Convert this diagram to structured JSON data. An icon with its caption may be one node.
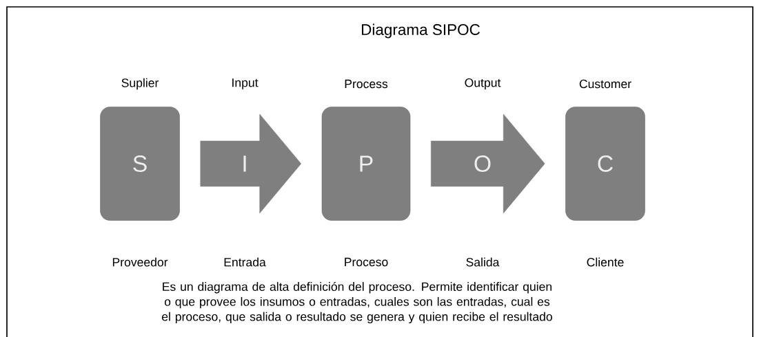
{
  "diagram": {
    "title": "Diagrama SIPOC",
    "nodes": [
      {
        "text": [
          "Suplier",
          "S",
          "Proveedor"
        ]
      },
      {
        "text": [
          "Process",
          "P",
          "Proceso"
        ]
      },
      {
        "text": [
          "Customer",
          "C",
          "Cliente"
        ]
      }
    ],
    "edges": [
      {
        "from": 0,
        "to": 1,
        "arrow": "to",
        "label": "I"
      },
      {
        "from": 1,
        "to": 2,
        "arrow": "to",
        "label": "O"
      }
    ],
    "labels": [
      "Input",
      "Output",
      "Entrada",
      "Salida"
    ],
    "caption": "Es un diagrama de alta definición del proceso. Permite identificar quien o que provee los insumos o entradas, cuales son las entradas, cual es el proceso, que salida o resultado se genera y quien recibe el resultado"
  }
}
